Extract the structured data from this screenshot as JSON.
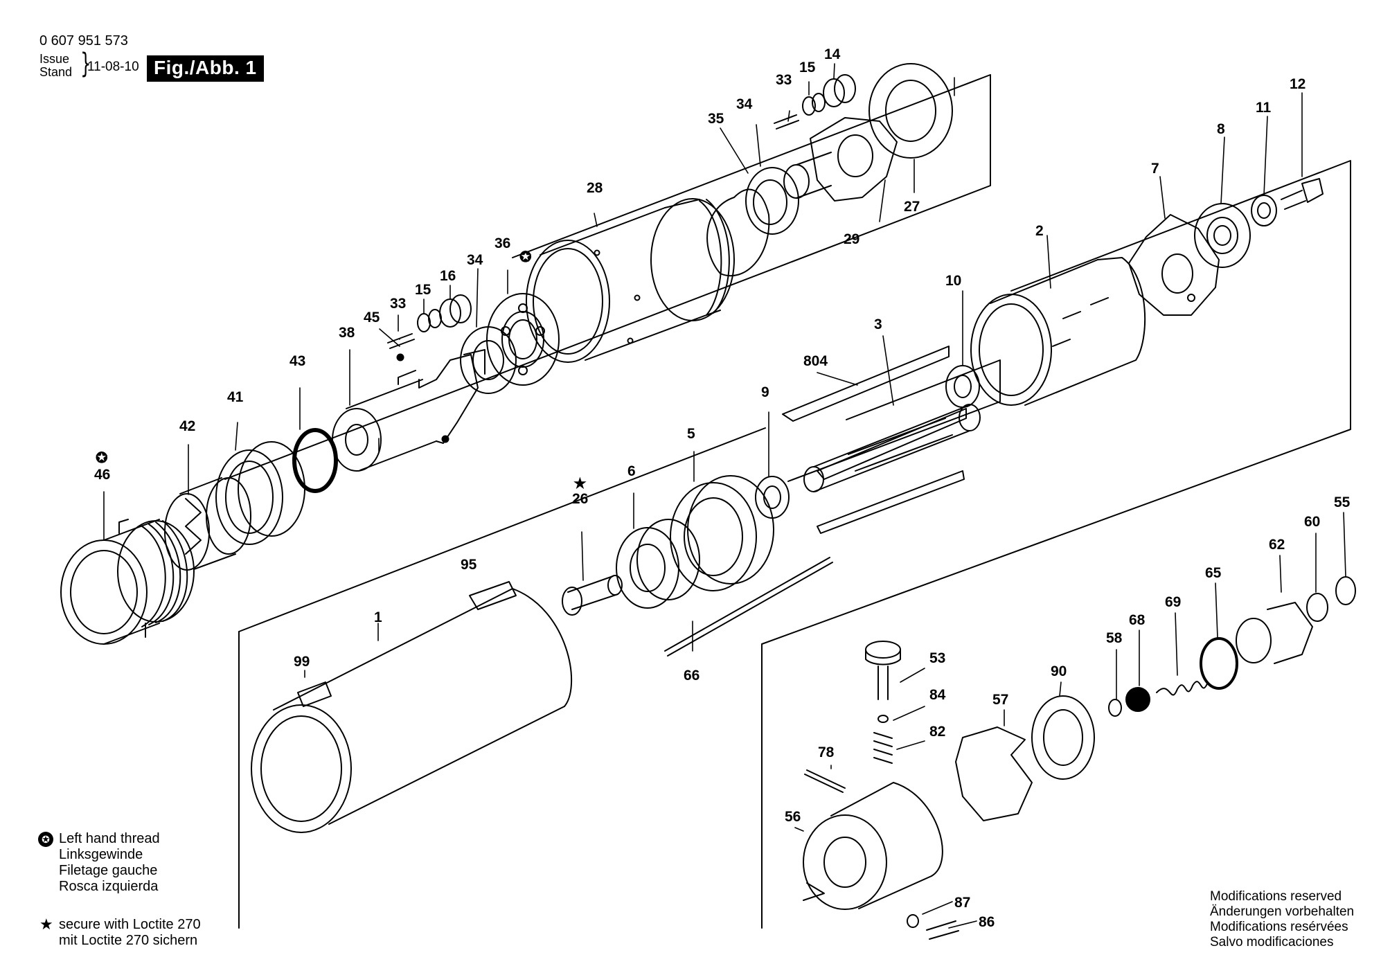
{
  "header": {
    "doc_number": "0 607 951 573",
    "issue_label_en": "Issue",
    "issue_label_de": "Stand",
    "issue_date": "11-08-10",
    "figure_label": "Fig./Abb. 1"
  },
  "legend": {
    "left_hand_thread": {
      "symbol": "✪",
      "lines": [
        "Left hand thread",
        "Linksgewinde",
        "Filetage gauche",
        "Rosca izquierda"
      ]
    },
    "loctite": {
      "symbol": "★",
      "lines": [
        "secure with Loctite 270",
        "mit Loctite 270 sichern"
      ]
    }
  },
  "modifications_note": [
    "Modifications reserved",
    "Änderungen vorbehalten",
    "Modifications resérvées",
    "Salvo modificaciones"
  ],
  "part_callouts": {
    "p1": "1",
    "p2": "2",
    "p3": "3",
    "p5": "5",
    "p6": "6",
    "p7": "7",
    "p8": "8",
    "p9": "9",
    "p10": "10",
    "p11": "11",
    "p12": "12",
    "p14": "14",
    "p15a": "15",
    "p15b": "15",
    "p16": "16",
    "p26": "26",
    "p27": "27",
    "p28": "28",
    "p29": "29",
    "p33a": "33",
    "p33b": "33",
    "p34a": "34",
    "p34b": "34",
    "p35": "35",
    "p36": "36",
    "p38": "38",
    "p41": "41",
    "p42": "42",
    "p43": "43",
    "p45": "45",
    "p46": "46",
    "p53": "53",
    "p55": "55",
    "p56": "56",
    "p57": "57",
    "p58": "58",
    "p60": "60",
    "p62": "62",
    "p65": "65",
    "p66": "66",
    "p68": "68",
    "p69": "69",
    "p78": "78",
    "p82": "82",
    "p84": "84",
    "p86": "86",
    "p87": "87",
    "p90": "90",
    "p95": "95",
    "p99": "99",
    "p804": "804"
  },
  "annotations": {
    "star_26": "★",
    "lh_36": "✪",
    "lh_46": "✪"
  }
}
